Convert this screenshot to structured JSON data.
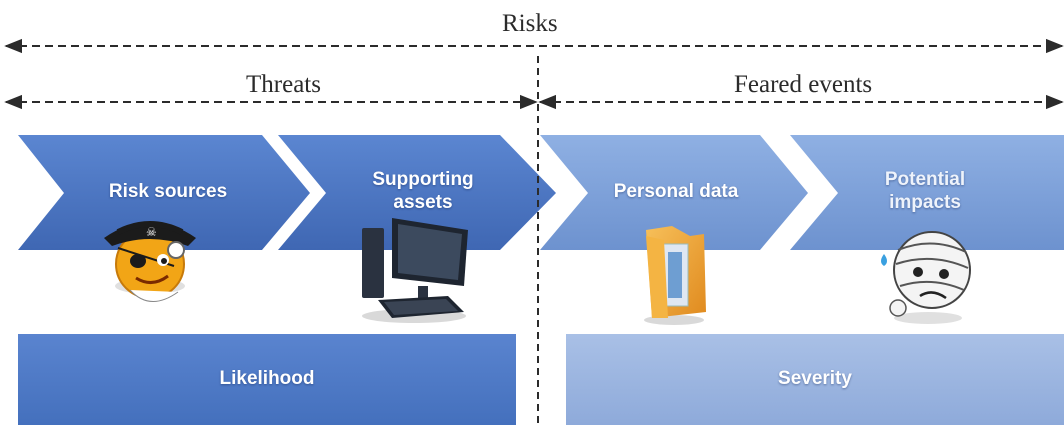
{
  "header": {
    "risks_label": "Risks",
    "threats_label": "Threats",
    "feared_events_label": "Feared events"
  },
  "chevrons": [
    {
      "label": "Risk sources",
      "icon": "pirate-icon"
    },
    {
      "label": "Supporting assets",
      "icon": "computer-icon"
    },
    {
      "label": "Personal data",
      "icon": "folder-icon"
    },
    {
      "label": "Potential impacts",
      "icon": "bandaged-face-icon"
    }
  ],
  "bars": {
    "likelihood_label": "Likelihood",
    "severity_label": "Severity"
  },
  "colors": {
    "chevron_dark": "#4f7ac7",
    "chevron_light": "#7fa0d6",
    "bar_dark": "#4f7ac7",
    "bar_light": "#9fb8e0",
    "arrow": "#2b2b2b"
  }
}
